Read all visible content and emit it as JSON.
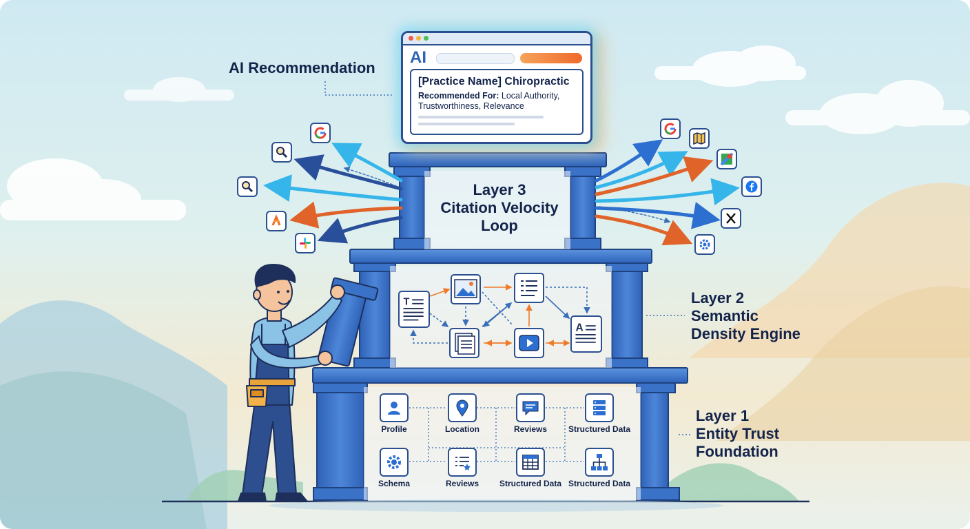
{
  "ai_recommendation": {
    "label": "AI Recommendation",
    "browser": {
      "brand": "AI",
      "practice_title": "[Practice Name] Chiropractic",
      "recommended_label": "Recommended For:",
      "recommended_text": " Local Authority, Trustworthiness, Relevance"
    }
  },
  "layer3": {
    "title": "Layer 3",
    "subtitle_line1": "Citation Velocity",
    "subtitle_line2": "Loop"
  },
  "layer2": {
    "title": "Layer 2",
    "subtitle_line1": "Semantic",
    "subtitle_line2": "Density Engine"
  },
  "layer1": {
    "title": "Layer 1",
    "subtitle_line1": "Entity Trust",
    "subtitle_line2": "Foundation",
    "tiles": [
      {
        "label": "Profile",
        "icon": "user-profile-icon"
      },
      {
        "label": "Location",
        "icon": "location-pin-icon"
      },
      {
        "label": "Reviews",
        "icon": "chat-bubble-icon"
      },
      {
        "label": "Structured Data",
        "icon": "database-icon"
      },
      {
        "label": "Schema",
        "icon": "gear-icon"
      },
      {
        "label": "Reviews",
        "icon": "rated-list-icon"
      },
      {
        "label": "Structured Data",
        "icon": "table-grid-icon"
      },
      {
        "label": "Structured Data",
        "icon": "hierarchy-icon"
      }
    ]
  },
  "platform_icons_left": [
    "google-icon",
    "search-icon",
    "search-icon",
    "app-icon",
    "slack-icon"
  ],
  "platform_icons_right": [
    "google-icon",
    "maps-icon",
    "google-maps-icon",
    "facebook-icon",
    "x-icon",
    "gear-icon"
  ],
  "colors": {
    "structure_blue": "#3a72c8",
    "arrow_orange": "#f07a2a",
    "arrow_cyan": "#36b5ea",
    "arrow_navy": "#2a4f9a",
    "ink": "#13234a"
  }
}
